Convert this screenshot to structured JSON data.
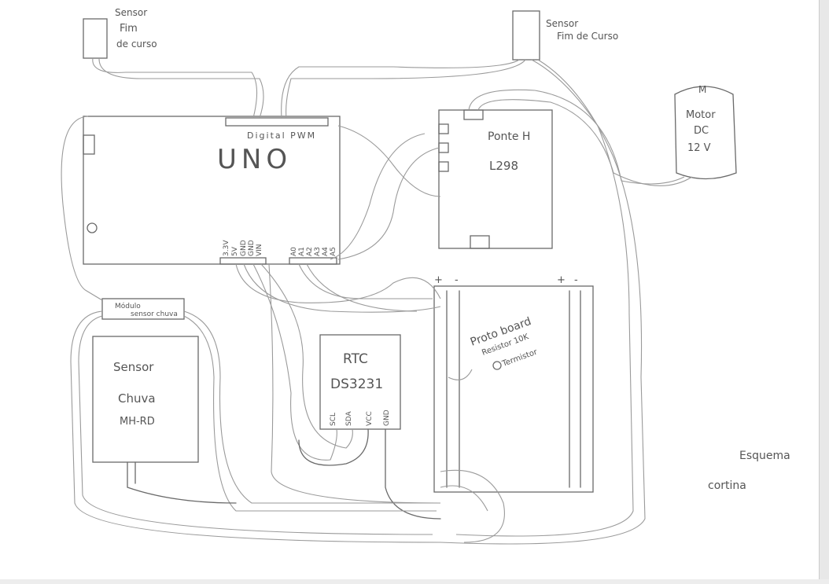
{
  "sensor_left": {
    "line1": "Sensor",
    "line2": "Fim",
    "line3": "de curso"
  },
  "sensor_right": {
    "line1": "Sensor",
    "line2": "Fim de Curso"
  },
  "motor": {
    "top": "M",
    "line1": "Motor",
    "line2": "DC",
    "line3": "12 V"
  },
  "uno": {
    "title": "UNO",
    "digital_label": "Digital PWM",
    "power_pins": [
      "3.3V",
      "5V",
      "GND",
      "GND",
      "VIN"
    ],
    "analog_pins": [
      "A0",
      "A1",
      "A2",
      "A3",
      "A4",
      "A5"
    ]
  },
  "bridge": {
    "line1": "Ponte H",
    "line2": "L298"
  },
  "rain_module": {
    "line1": "Módulo",
    "line2": "sensor chuva"
  },
  "rain_sensor": {
    "line1": "Sensor",
    "line2": "Chuva",
    "line3": "MH-RD"
  },
  "rtc": {
    "line1": "RTC",
    "line2": "DS3231",
    "pins": [
      "SCL",
      "SDA",
      "VCC",
      "GND"
    ]
  },
  "protoboard": {
    "title": "Proto board",
    "resistor": "Resistor 10K",
    "thermistor": "Termistor",
    "rail_plus": "+",
    "rail_minus": "-",
    "rail2_plus": "+",
    "rail2_minus": "-"
  },
  "caption": {
    "line1": "Esquema",
    "line2": "cortina"
  }
}
